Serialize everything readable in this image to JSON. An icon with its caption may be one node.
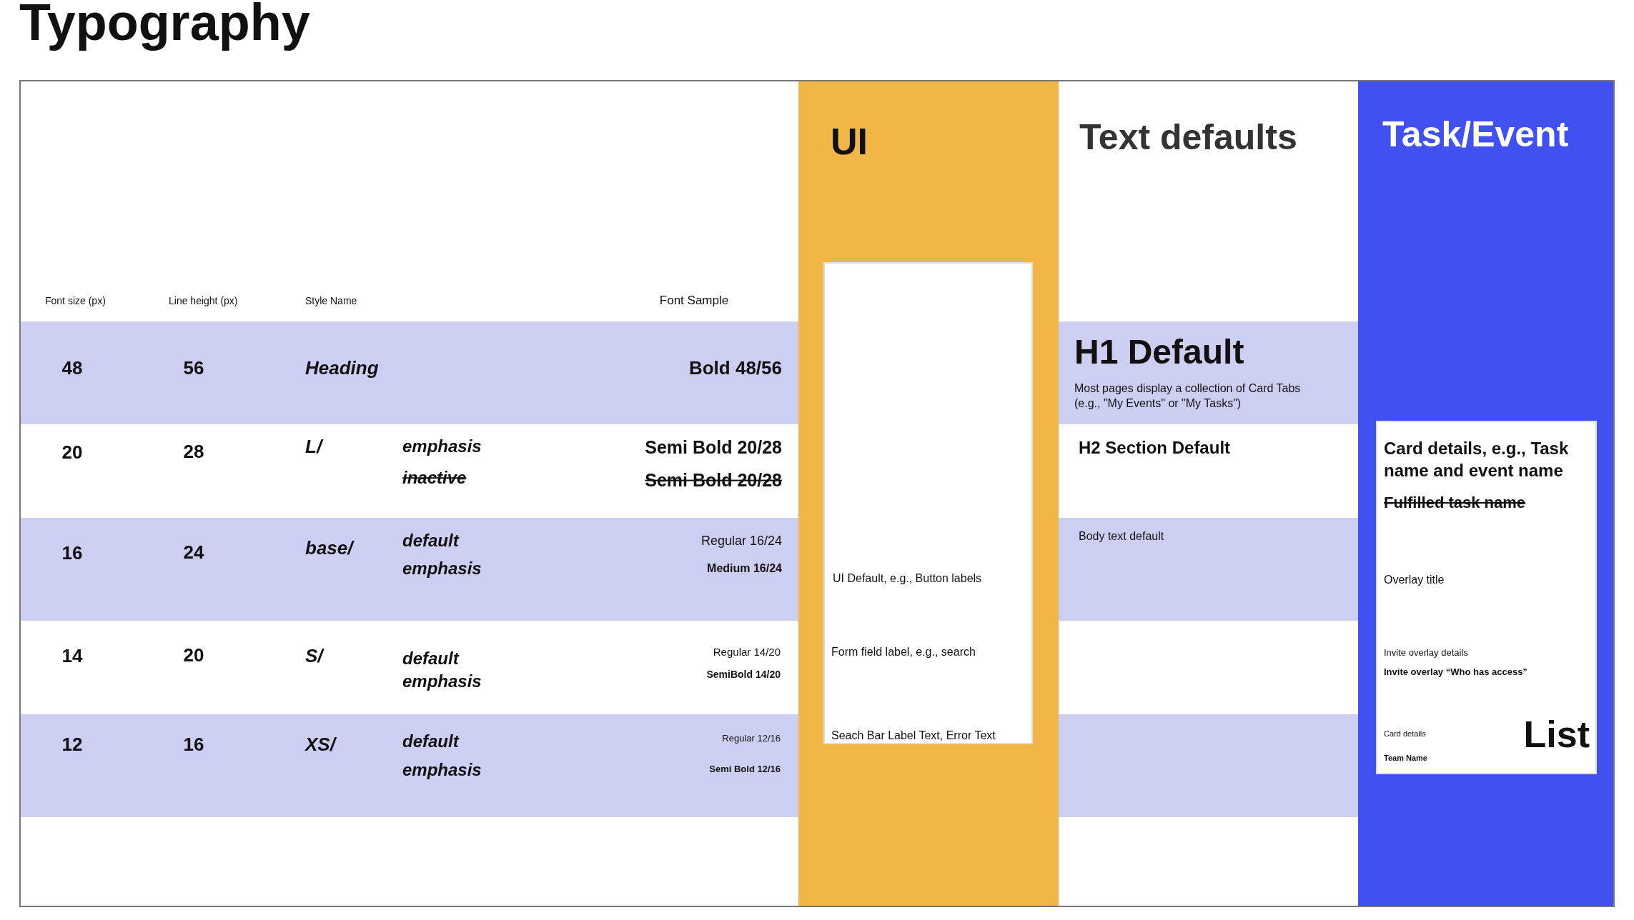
{
  "diagram": {
    "title": "Typography",
    "nodes": [
      {
        "text": [
          "UI"
        ]
      },
      {
        "text": [
          "UI Default, e.g., Button labels",
          "Form field label, e.g., search",
          "Seach Bar Label Text, Error Text"
        ],
        "in": 0
      },
      {
        "text": [
          "Text defaults",
          "H1 Default",
          "Most pages display a collection of Card Tabs (e.g., \"My Events\" or \"My Tasks\")",
          "H2 Section Default",
          "Body text default"
        ]
      },
      {
        "text": [
          "Task/Event"
        ]
      },
      {
        "text": [
          "Card details, e.g., Task name and event name",
          "Fulfilled task name",
          "Overlay title",
          "Invite overlay details",
          "Invite overlay “Who has access”",
          "Card details",
          "List",
          "Team Name"
        ],
        "in": 3
      }
    ],
    "labels": [
      "Font size (px)",
      "Line height (px)",
      "Style Name",
      "Font Sample",
      "48",
      "56",
      "Heading",
      "Bold 48/56",
      "20",
      "28",
      "L/",
      "emphasis",
      "Semi Bold 20/28",
      "inactive",
      "Semi Bold 20/28",
      "16",
      "24",
      "base/",
      "default",
      "Regular 16/24",
      "emphasis",
      "Medium 16/24",
      "14",
      "20",
      "S/",
      "default",
      "Regular 14/20",
      "emphasis",
      "SemiBold 14/20",
      "12",
      "16",
      "XS/",
      "default",
      "Regular 12/16",
      "emphasis",
      "Semi Bold 12/16"
    ]
  }
}
